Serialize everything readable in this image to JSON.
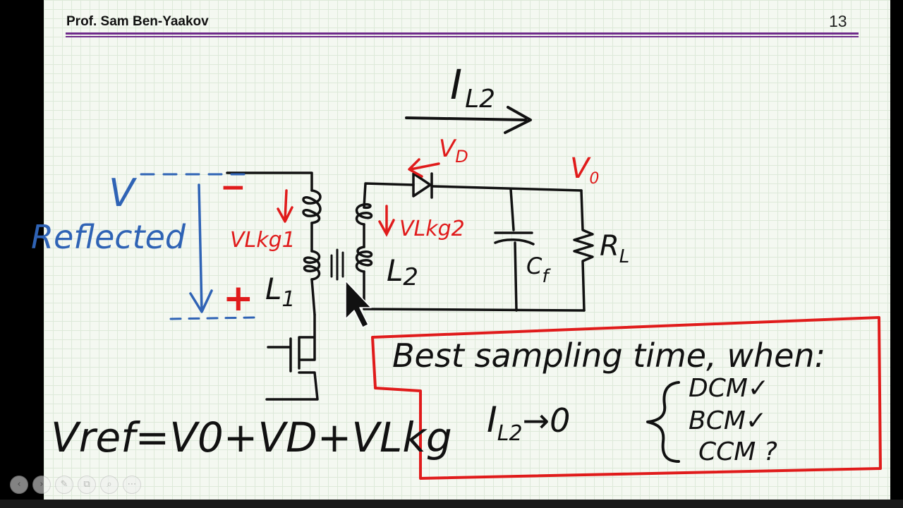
{
  "header": {
    "author": "Prof. Sam Ben-Yaakov",
    "page_number": "13"
  },
  "labels": {
    "il2_top_main": "I",
    "il2_top_sub": "L2",
    "vd_main": "V",
    "vd_sub": "D",
    "vo_main": "V",
    "vo_sub": "0",
    "v_left": "V",
    "reflected": "Reflected",
    "minus": "−",
    "plus": "+",
    "vlkg1": "VLkg1",
    "vlkg2": "VLkg2",
    "l1_main": "L",
    "l1_sub": "1",
    "l2_main": "L",
    "l2_sub": "2",
    "cf_main": "C",
    "cf_sub": "f",
    "rl_main": "R",
    "rl_sub": "L",
    "equation": "Vref=V0+VD+VLkg"
  },
  "box": {
    "title": "Best sampling time, when:",
    "il2_main": "I",
    "il2_sub": "L2",
    "arrow_zero": "→0",
    "mode1": "DCM✓",
    "mode2": "BCM✓",
    "mode3": "CCM ?"
  },
  "colors": {
    "ink": "#111111",
    "red": "#e01b1b",
    "blue": "#2f63b5",
    "header_rule": "#6e2a8a",
    "box": "#e01b1b"
  },
  "toolbar": {
    "icons": [
      "prev-icon",
      "next-icon",
      "pen-icon",
      "copy-icon",
      "zoom-icon",
      "more-icon"
    ]
  }
}
